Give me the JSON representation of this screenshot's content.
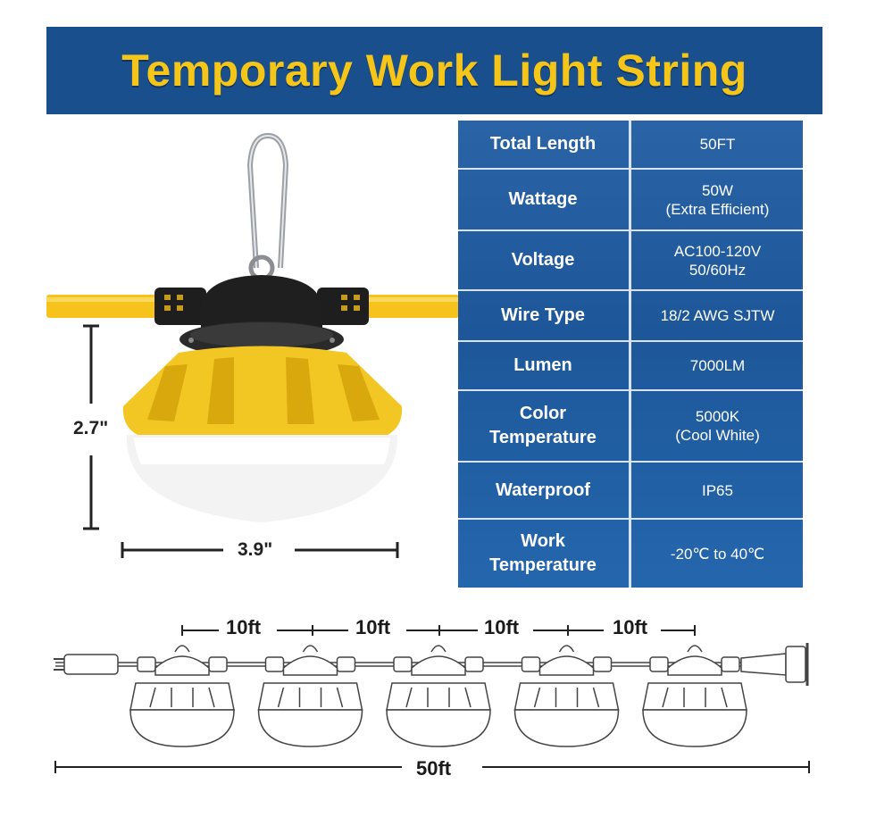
{
  "banner": {
    "title": "Temporary Work Light String"
  },
  "specs": [
    {
      "label": [
        "Total Length"
      ],
      "value": [
        "50FT"
      ]
    },
    {
      "label": [
        "Wattage"
      ],
      "value": [
        "50W",
        "(Extra Efficient)"
      ]
    },
    {
      "label": [
        "Voltage"
      ],
      "value": [
        "AC100-120V",
        "50/60Hz"
      ]
    },
    {
      "label": [
        "Wire Type"
      ],
      "value": [
        "18/2 AWG SJTW"
      ]
    },
    {
      "label": [
        "Lumen"
      ],
      "value": [
        "7000LM"
      ]
    },
    {
      "label": [
        "Color",
        "Temperature"
      ],
      "value": [
        "5000K",
        "(Cool White)"
      ]
    },
    {
      "label": [
        "Waterproof"
      ],
      "value": [
        "IP65"
      ]
    },
    {
      "label": [
        "Work",
        "Temperature"
      ],
      "value": [
        "-20℃ to 40℃"
      ]
    }
  ],
  "dimensions": {
    "height": "2.7\"",
    "width": "3.9\""
  },
  "string": {
    "spacing_labels": [
      "10ft",
      "10ft",
      "10ft",
      "10ft"
    ],
    "total_label": "50ft",
    "lamp_count": 5
  },
  "colors": {
    "banner_bg": "#1a4f8e",
    "banner_text": "#f5c518",
    "table_bg": "#1d5799",
    "cable_yellow": "#f6c31c",
    "lamp_yellow": "#f2c623"
  }
}
